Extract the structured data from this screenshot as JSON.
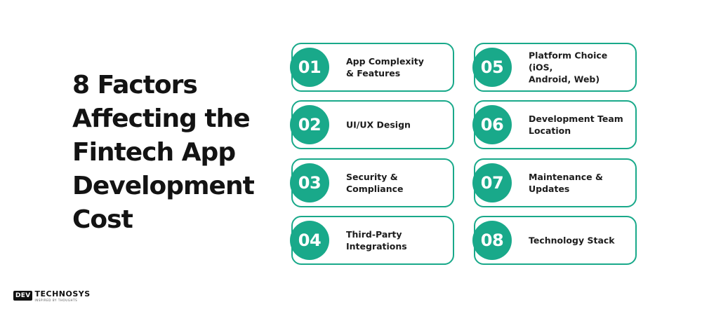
{
  "heading": {
    "lines": [
      "8 Factors",
      "Affecting the",
      "Fintech App",
      "Development",
      "Cost"
    ]
  },
  "accent_color": "#19a98a",
  "factors": [
    {
      "number": "01",
      "label_lines": [
        "App Complexity",
        "& Features"
      ]
    },
    {
      "number": "02",
      "label_lines": [
        "UI/UX Design"
      ]
    },
    {
      "number": "03",
      "label_lines": [
        "Security &",
        "Compliance"
      ]
    },
    {
      "number": "04",
      "label_lines": [
        "Third-Party",
        "Integrations"
      ]
    },
    {
      "number": "05",
      "label_lines": [
        "Platform Choice (iOS,",
        "Android, Web)"
      ]
    },
    {
      "number": "06",
      "label_lines": [
        "Development Team",
        "Location"
      ]
    },
    {
      "number": "07",
      "label_lines": [
        "Maintenance &",
        "Updates"
      ]
    },
    {
      "number": "08",
      "label_lines": [
        "Technology Stack"
      ]
    }
  ],
  "logo": {
    "mark": "DEV",
    "name": "TECHNOSYS",
    "tagline": "INSPIRED BY THOUGHTS"
  }
}
